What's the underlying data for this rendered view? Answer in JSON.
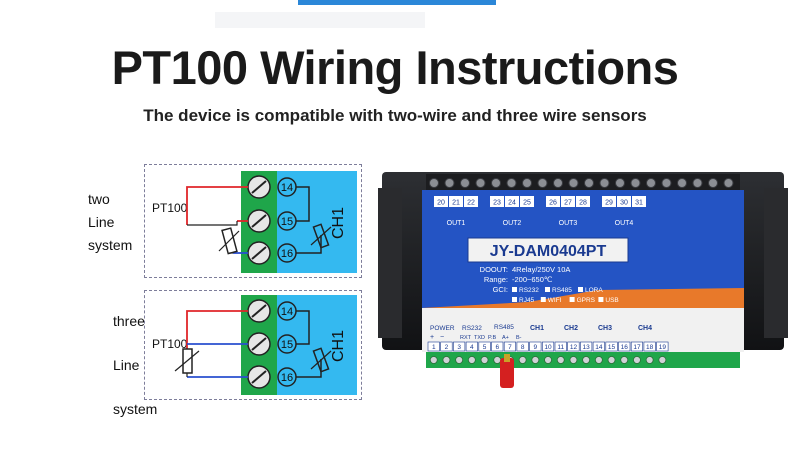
{
  "header": {
    "title": "PT100 Wiring Instructions",
    "subtitle": "The device is compatible with two-wire and three wire sensors"
  },
  "two_wire": {
    "label_line1": "two",
    "label_line2": "Line",
    "label_line3": "system",
    "sensor_label": "PT100",
    "terminals": [
      "14",
      "15",
      "16"
    ],
    "channel": "CH1"
  },
  "three_wire": {
    "label_line1": "three",
    "label_line2": "Line",
    "label_line3": "system",
    "sensor_label": "PT100",
    "terminals": [
      "14",
      "15",
      "16"
    ],
    "channel": "CH1"
  },
  "device": {
    "model": "JY-DAM0404PT",
    "top_terminals": [
      "20",
      "21",
      "22",
      "23",
      "24",
      "25",
      "26",
      "27",
      "28",
      "29",
      "30",
      "31"
    ],
    "outputs": [
      "OUT1",
      "OUT2",
      "OUT3",
      "OUT4"
    ],
    "spec_do_label": "DOOUT:",
    "spec_do_value": "4Relay/250V 10A",
    "spec_range_label": "Range:",
    "spec_range_value": "-200~650℃",
    "spec_gci_label": "GCI:",
    "gci_options_row1": [
      "RS232",
      "RS485",
      "LORA"
    ],
    "gci_options_row2": [
      "RJ45",
      "WIFI",
      "GPRS",
      "USB"
    ],
    "bottom_labels": {
      "power": "POWER",
      "rs232": "RS232",
      "rs485": "RS485",
      "plus": "+",
      "minus": "−",
      "rxt": "RXT",
      "txd": "TXD",
      "pb": "P.B",
      "a_plus": "A+",
      "b_minus": "B-"
    },
    "channels": [
      "CH1",
      "CH2",
      "CH3",
      "CH4"
    ],
    "bottom_terminals": [
      "1",
      "2",
      "3",
      "4",
      "5",
      "6",
      "7",
      "8",
      "9",
      "10",
      "11",
      "12",
      "13",
      "14",
      "15",
      "16",
      "17",
      "18",
      "19"
    ]
  },
  "colors": {
    "accent_blue": "#2b87d8",
    "terminal_green": "#1fa64a",
    "channel_cyan": "#34b9f0",
    "wire_red": "#e0262a",
    "wire_blue": "#2a4fcf",
    "device_blue": "#2454c4",
    "device_orange": "#e8792a"
  }
}
